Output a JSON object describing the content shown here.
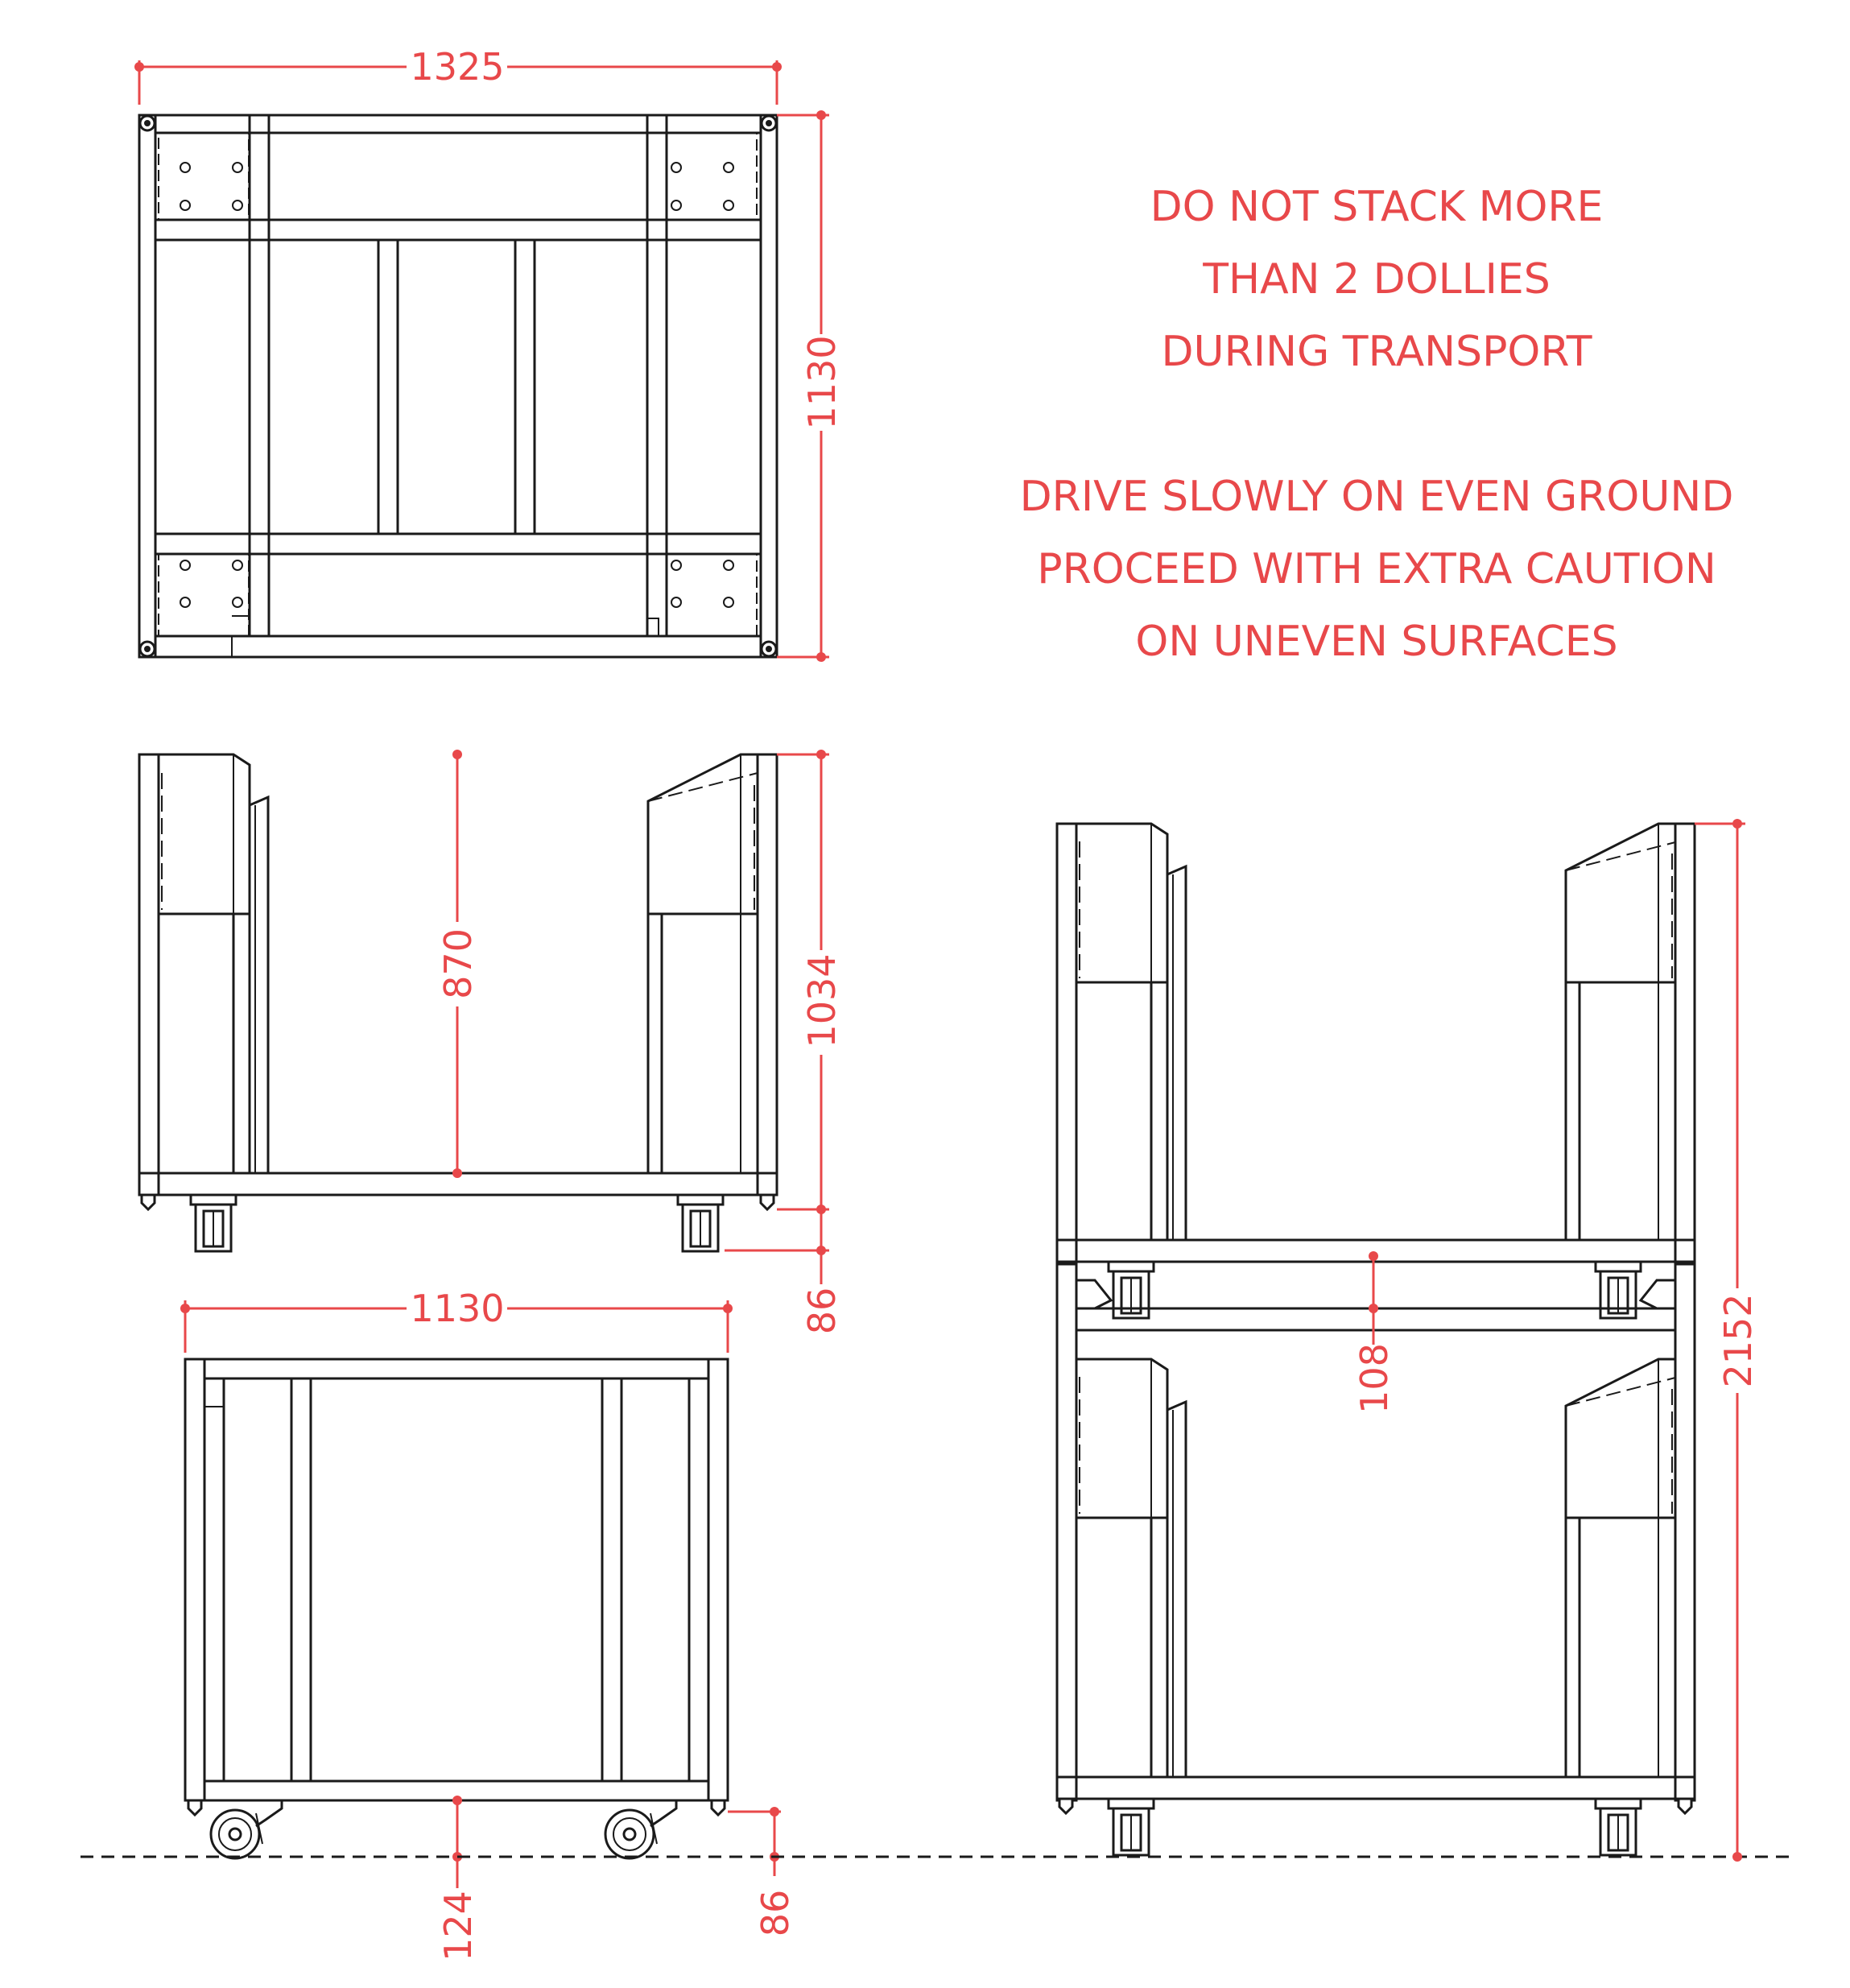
{
  "notes": {
    "stack_line1": "DO NOT STACK MORE",
    "stack_line2": "THAN 2 DOLLIES",
    "stack_line3": "DURING TRANSPORT",
    "drive_line1": "DRIVE SLOWLY ON EVEN GROUND",
    "drive_line2": "PROCEED WITH EXTRA CAUTION",
    "drive_line3": "ON UNEVEN SURFACES"
  },
  "dimensions": {
    "top_width": "1325",
    "top_depth": "1130",
    "side_inner_height": "870",
    "side_height": "1034",
    "caster_height_side": "86",
    "end_width": "1130",
    "end_base_height": "124",
    "caster_height_end": "86",
    "stack_gap": "108",
    "stack_height": "2152"
  },
  "colors": {
    "dimension": "#e8484a",
    "lines": "#1a1a1a"
  }
}
